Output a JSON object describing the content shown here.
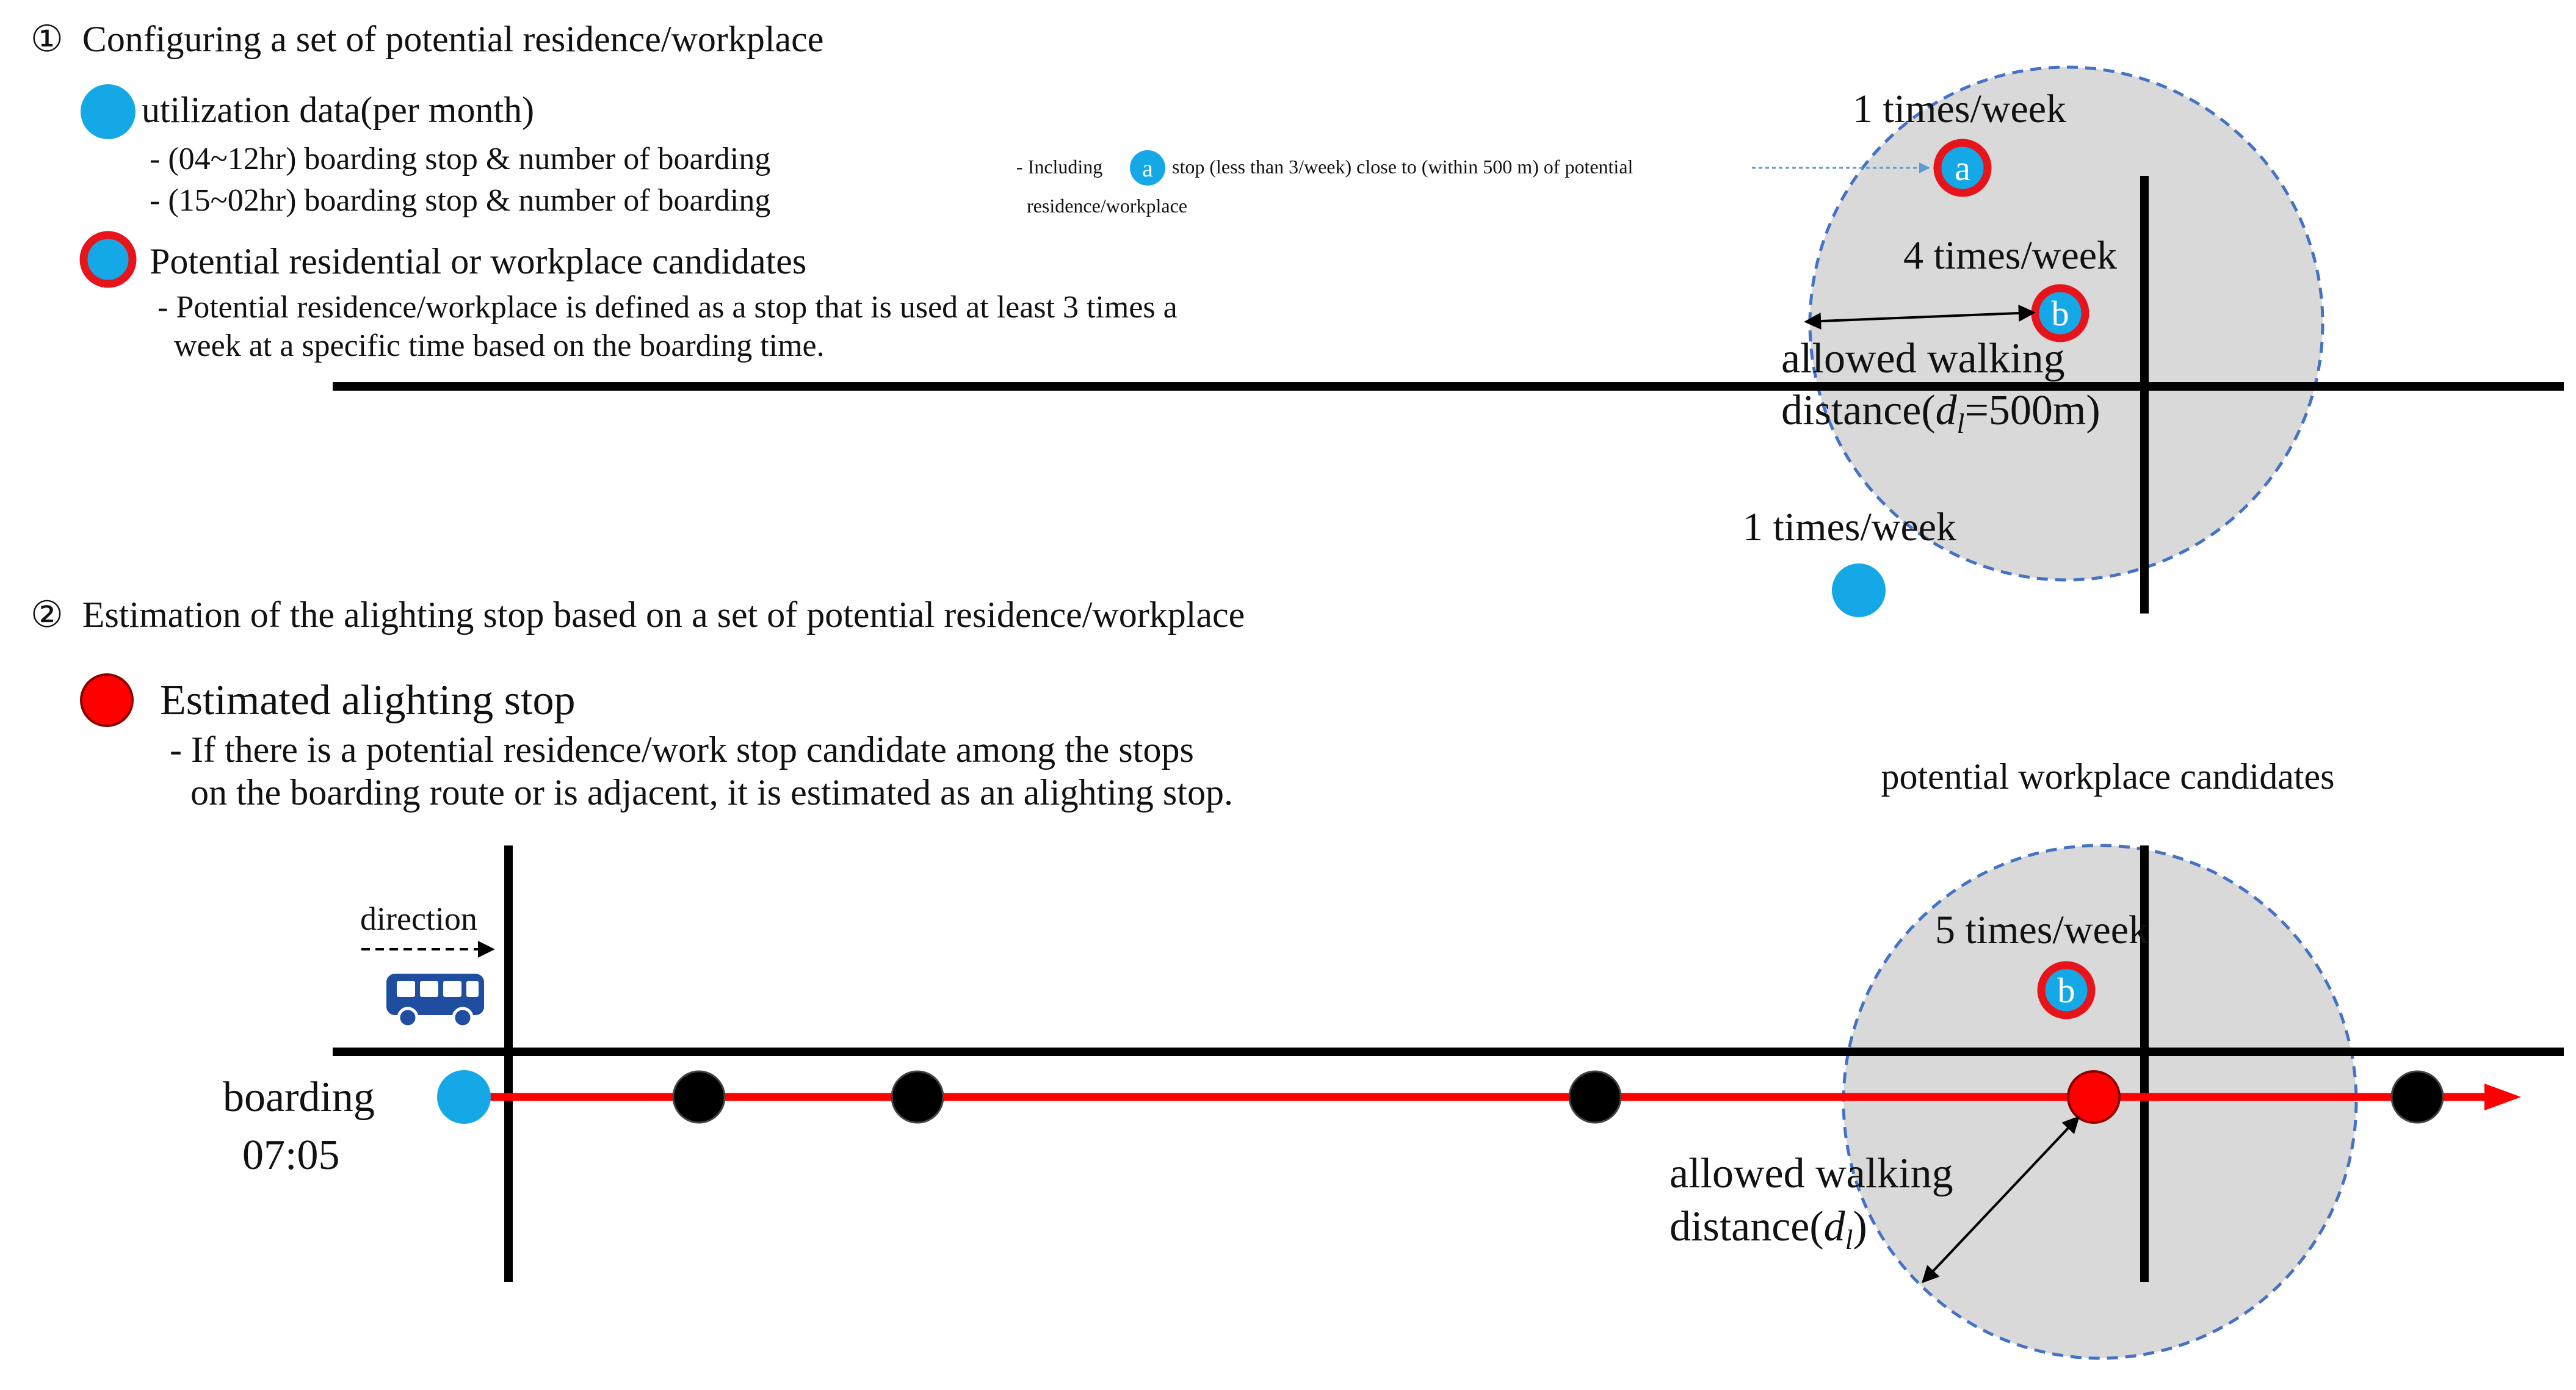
{
  "colors": {
    "user_stop": "#14a9e6",
    "candidate_ring": "#e8141b",
    "alighting_stop": "#ff0000",
    "route_line": "#ff0000",
    "other_stop": "#000000",
    "walk_circle_fill": "#d9d9d9",
    "walk_circle_border": "#4472c4",
    "road": "#000000",
    "bus": "#1f4ea1",
    "callout_arrow": "#5b9bd5"
  },
  "section1": {
    "number": "①",
    "title": "Configuring a set of potential residence/workplace",
    "legend_data_title": "utilization data(per month)",
    "legend_data_line1": "- (04~12hr) boarding stop & number of  boarding",
    "legend_data_line2": "- (15~02hr) boarding stop & number of  boarding",
    "legend_candidate_title": "Potential residential or workplace candidates",
    "legend_candidate_line1": "- Potential residence/workplace is defined as a stop that is used at least 3 times a",
    "legend_candidate_line2": "week at a specific time based on the boarding time.",
    "note_prefix": "- Including",
    "note_marker": "a",
    "note_suffix": "stop (less than 3/week) close to (within 500 m) of potential",
    "note_line2": "residence/workplace",
    "label_a_freq": "1 times/week",
    "marker_a": "a",
    "label_b_freq": "4 times/week",
    "marker_b": "b",
    "walk_label_line1": "allowed walking",
    "walk_label_line2_prefix": "distance(",
    "walk_label_var": "d",
    "walk_label_sub": "l",
    "walk_label_line2_suffix": "=500m)",
    "label_c_freq": "1 times/week"
  },
  "section2": {
    "number": "②",
    "title": "Estimation of the alighting stop based on a set of potential residence/workplace",
    "legend_title": "Estimated alighting stop",
    "legend_line1": "- If there is a potential residence/work stop candidate among the stops",
    "legend_line2": "on the boarding route or is adjacent, it is estimated as an alighting stop.",
    "circle_title": "potential workplace candidates",
    "direction_label": "direction",
    "boarding_label": "boarding",
    "boarding_time": "07:05",
    "label_b_freq": "5 times/week",
    "marker_b": "b",
    "walk_label_line1": "allowed walking",
    "walk_label_line2_prefix": "distance(",
    "walk_label_var": "d",
    "walk_label_sub": "l",
    "walk_label_line2_suffix": ")"
  }
}
